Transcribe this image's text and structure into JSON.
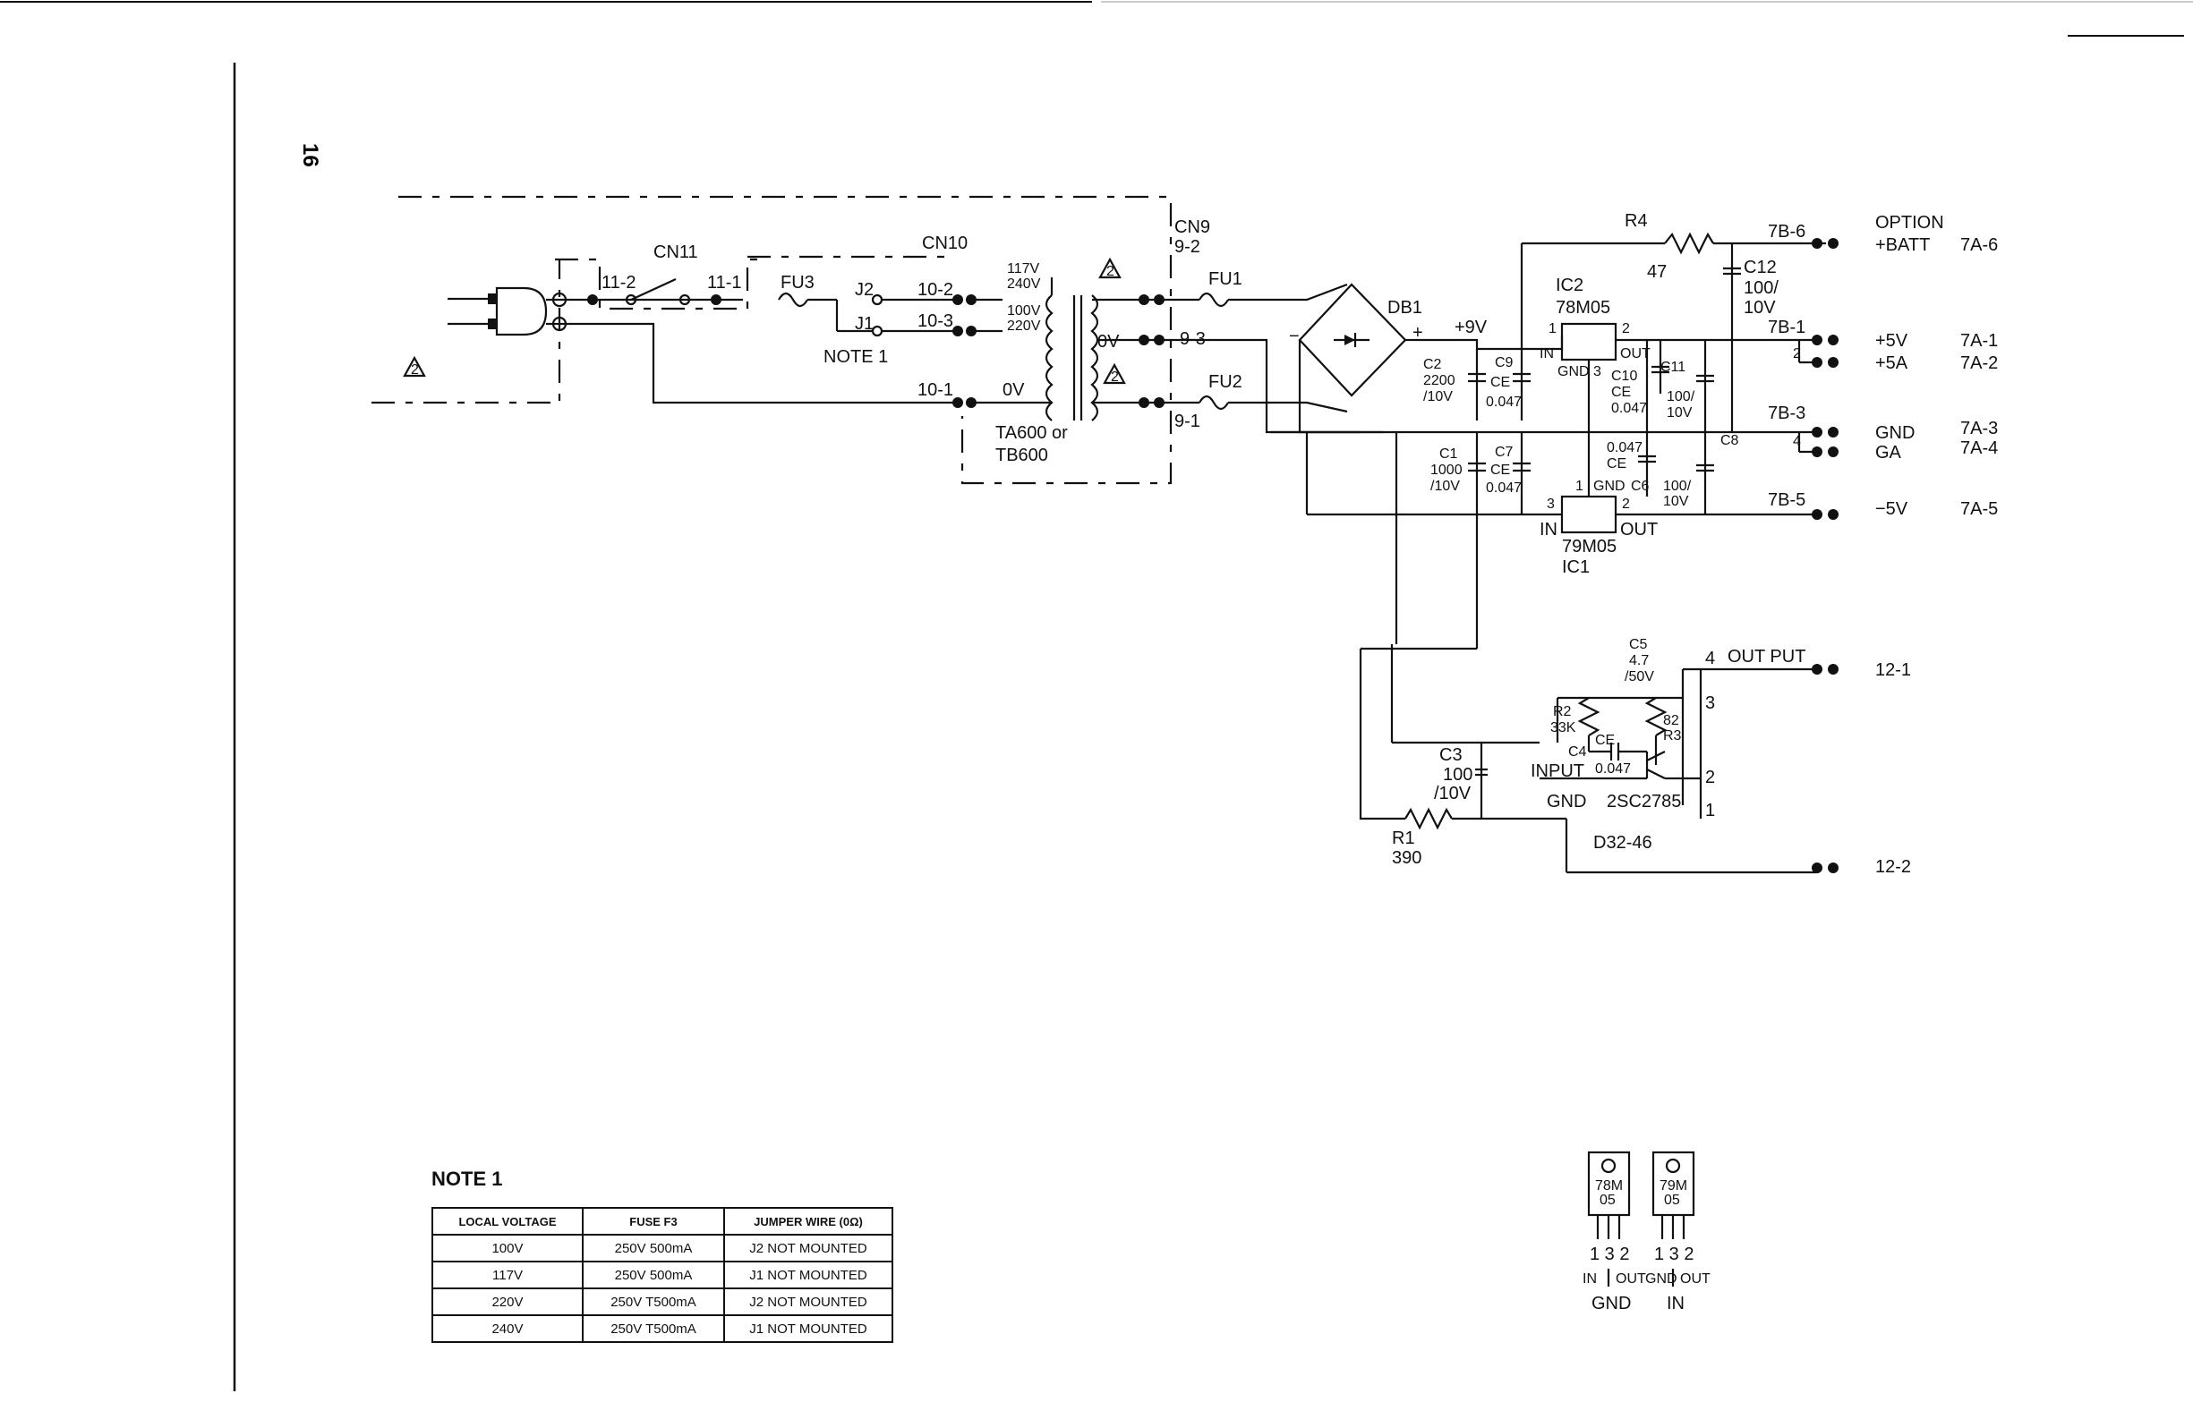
{
  "page_number": "16",
  "labels": {
    "cn11": "CN11",
    "cn10": "CN10",
    "cn9": "CN9",
    "pin_11_2": "11-2",
    "pin_11_1": "11-1",
    "fu3": "FU3",
    "j2": "J2",
    "j1": "J1",
    "note1_ref": "NOTE 1",
    "pin_10_2": "10-2",
    "pin_10_3": "10-3",
    "pin_10_1": "10-1",
    "tap_117v": "117V",
    "tap_240v": "240V",
    "tap_100v": "100V",
    "tap_220v": "220V",
    "zero_v_primary": "0V",
    "zero_v_secondary": "0V",
    "transformer": "TA600 or",
    "transformer2": "TB600",
    "pin_9_2": "9-2",
    "pin_9_3": "9-3",
    "pin_9_1": "9-1",
    "fu1": "FU1",
    "fu2": "FU2",
    "db1": "DB1",
    "plus_9v": "+9V",
    "minus_sign": "−",
    "plus_sign": "+",
    "r4": "R4",
    "r4_val": "47",
    "ic2": "IC2",
    "ic2_part": "78M05",
    "ic1": "IC1",
    "ic1_part": "79M05",
    "in": "IN",
    "out": "OUT",
    "gnd": "GND",
    "c12": "C12",
    "c12_val1": "100/",
    "c12_val2": "10V",
    "c2": "C2",
    "c2_val1": "2200",
    "c2_val2": "/10V",
    "c9": "C9",
    "c9_val": "0.047",
    "ce": "CE",
    "c10": "C10",
    "c10_val": "0.047",
    "c11": "C11",
    "c11_val1": "100/",
    "c11_val2": "10V",
    "c8": "C8",
    "c8_val": "0.047",
    "c6": "C6",
    "c6_val1": "100/",
    "c6_val2": "10V",
    "c1": "C1",
    "c1_val1": "1000",
    "c1_val2": "/10V",
    "c7": "C7",
    "c7_val": "0.047",
    "pin1": "1",
    "pin2": "2",
    "pin3": "3",
    "pin4": "4",
    "conn_7b6": "7B-6",
    "conn_7b1": "7B-1",
    "conn_7b3": "7B-3",
    "conn_7b5": "7B-5",
    "option": "OPTION",
    "batt": "+BATT",
    "plus5v": "+5V",
    "plus5a": "+5A",
    "gnd_out": "GND",
    "ga": "GA",
    "minus5v": "−5V",
    "conn_7a6": "7A-6",
    "conn_7a1": "7A-1",
    "conn_7a2": "7A-2",
    "conn_7a3": "7A-3",
    "conn_7a4": "7A-4",
    "conn_7a5": "7A-5",
    "c5": "C5",
    "c5_val1": "4.7",
    "c5_val2": "/50V",
    "output": "OUT PUT",
    "conn_12_1": "12-1",
    "conn_12_2": "12-2",
    "r2": "R2",
    "r2_val": "33K",
    "r3": "R3",
    "r3_val": "82",
    "c4": "C4",
    "c4_val": "0.047",
    "input": "INPUT",
    "transistor": "2SC2785",
    "c3": "C3",
    "c3_val1": "100",
    "c3_val2": "/10V",
    "r1": "R1",
    "r1_val": "390",
    "module": "D32-46",
    "warn_num": "2"
  },
  "pinout": {
    "reg1": "78M",
    "reg1b": "05",
    "reg2": "79M",
    "reg2b": "05",
    "pins": "1 3 2",
    "reg1_left": "IN",
    "reg1_mid": "OUT",
    "reg1_bottom": "GND",
    "reg2_left": "GND",
    "reg2_mid": "OUT",
    "reg2_bottom": "IN"
  },
  "note": {
    "title": "NOTE 1",
    "headers": [
      "LOCAL VOLTAGE",
      "FUSE F3",
      "JUMPER WIRE (0Ω)"
    ],
    "rows": [
      [
        "100V",
        "250V 500mA",
        "J2 NOT MOUNTED"
      ],
      [
        "117V",
        "250V 500mA",
        "J1 NOT MOUNTED"
      ],
      [
        "220V",
        "250V T500mA",
        "J2 NOT MOUNTED"
      ],
      [
        "240V",
        "250V T500mA",
        "J1 NOT MOUNTED"
      ]
    ]
  }
}
